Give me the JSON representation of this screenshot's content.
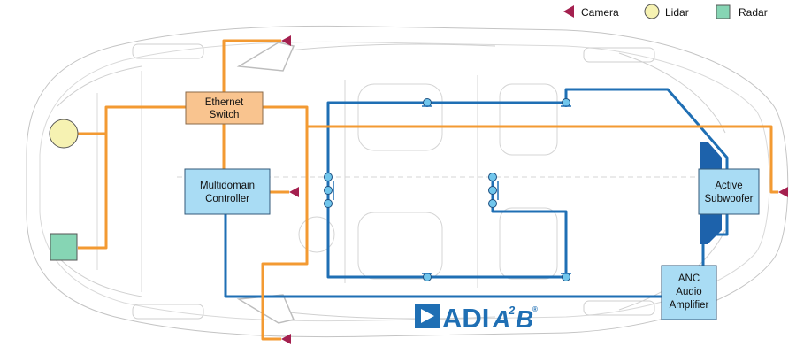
{
  "legend": {
    "camera": "Camera",
    "lidar": "Lidar",
    "radar": "Radar"
  },
  "boxes": {
    "ethernet_switch": [
      "Ethernet",
      "Switch"
    ],
    "multidomain_controller": [
      "Multidomain",
      "Controller"
    ],
    "active_subwoofer": [
      "Active",
      "Subwoofer"
    ],
    "anc_amplifier": [
      "ANC",
      "Audio",
      "Amplifier"
    ]
  },
  "logo": {
    "brand": "ADI",
    "product_main": "A",
    "product_sup": "2",
    "product_end": "B",
    "registered": "®"
  },
  "colors": {
    "ethernet_line": "#f39a32",
    "a2b_line": "#1f6fb4",
    "ethernet_box_fill": "#f9c48f",
    "blue_box_fill": "#a9dcf4",
    "camera_fill": "#a4204f",
    "lidar_fill": "#f6f2b2",
    "radar_fill": "#86d5b4",
    "node_fill": "#71c6ec",
    "speaker_fill": "#1d62ab",
    "logo_blue": "#1f6fb4",
    "car_outline": "#c4c4c4"
  }
}
